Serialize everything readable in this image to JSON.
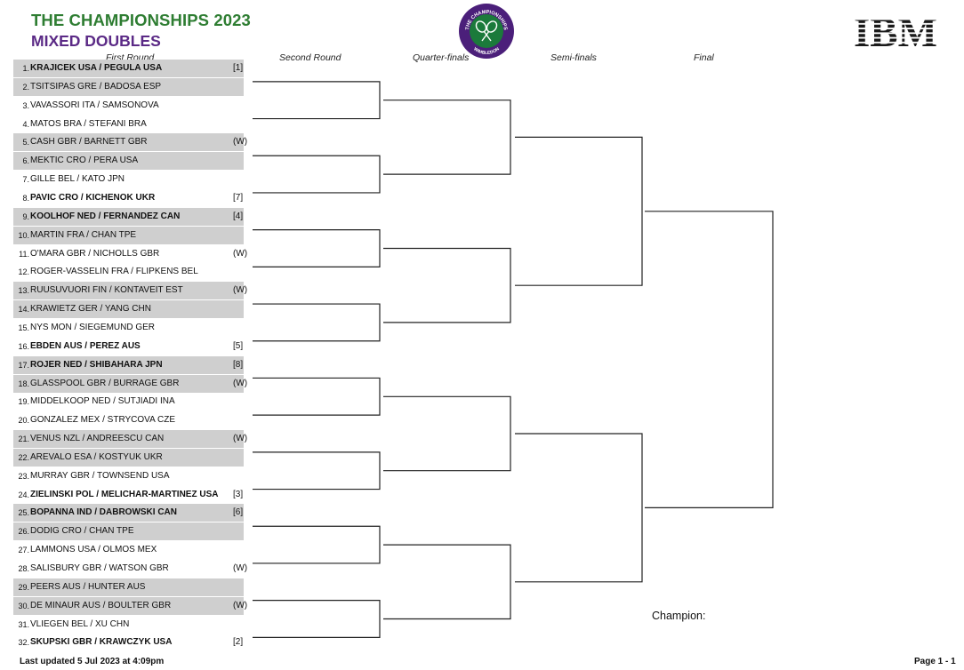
{
  "header": {
    "title": "THE CHAMPIONSHIPS 2023",
    "subtitle": "MIXED DOUBLES",
    "logo_text_top": "THE CHAMPIONSHIPS",
    "logo_text_bottom": "WIMBLEDON",
    "sponsor": "IBM"
  },
  "round_headers": [
    "First Round",
    "Second Round",
    "Quarter-finals",
    "Semi-finals",
    "Final"
  ],
  "draw": [
    {
      "num": "1.",
      "names": "KRAJICEK USA / PEGULA USA",
      "tag": "[1]",
      "seeded": true,
      "shaded": true
    },
    {
      "num": "2.",
      "names": "TSITSIPAS GRE / BADOSA ESP",
      "tag": "",
      "seeded": false,
      "shaded": true
    },
    {
      "num": "3.",
      "names": "VAVASSORI ITA / SAMSONOVA",
      "tag": "",
      "seeded": false,
      "shaded": false
    },
    {
      "num": "4.",
      "names": "MATOS BRA / STEFANI BRA",
      "tag": "",
      "seeded": false,
      "shaded": false
    },
    {
      "num": "5.",
      "names": "CASH GBR / BARNETT GBR",
      "tag": "(W)",
      "seeded": false,
      "shaded": true
    },
    {
      "num": "6.",
      "names": "MEKTIC CRO / PERA USA",
      "tag": "",
      "seeded": false,
      "shaded": true
    },
    {
      "num": "7.",
      "names": "GILLE BEL / KATO JPN",
      "tag": "",
      "seeded": false,
      "shaded": false
    },
    {
      "num": "8.",
      "names": "PAVIC CRO / KICHENOK UKR",
      "tag": "[7]",
      "seeded": true,
      "shaded": false
    },
    {
      "num": "9.",
      "names": "KOOLHOF NED / FERNANDEZ CAN",
      "tag": "[4]",
      "seeded": true,
      "shaded": true
    },
    {
      "num": "10.",
      "names": "MARTIN FRA / CHAN TPE",
      "tag": "",
      "seeded": false,
      "shaded": true
    },
    {
      "num": "11.",
      "names": "O'MARA GBR / NICHOLLS GBR",
      "tag": "(W)",
      "seeded": false,
      "shaded": false
    },
    {
      "num": "12.",
      "names": "ROGER-VASSELIN FRA / FLIPKENS BEL",
      "tag": "",
      "seeded": false,
      "shaded": false
    },
    {
      "num": "13.",
      "names": "RUUSUVUORI FIN / KONTAVEIT EST",
      "tag": "(W)",
      "seeded": false,
      "shaded": true
    },
    {
      "num": "14.",
      "names": "KRAWIETZ GER / YANG CHN",
      "tag": "",
      "seeded": false,
      "shaded": true
    },
    {
      "num": "15.",
      "names": "NYS MON / SIEGEMUND GER",
      "tag": "",
      "seeded": false,
      "shaded": false
    },
    {
      "num": "16.",
      "names": "EBDEN AUS / PEREZ AUS",
      "tag": "[5]",
      "seeded": true,
      "shaded": false
    },
    {
      "num": "17.",
      "names": "ROJER NED / SHIBAHARA JPN",
      "tag": "[8]",
      "seeded": true,
      "shaded": true
    },
    {
      "num": "18.",
      "names": "GLASSPOOL GBR / BURRAGE GBR",
      "tag": "(W)",
      "seeded": false,
      "shaded": true
    },
    {
      "num": "19.",
      "names": "MIDDELKOOP NED / SUTJIADI INA",
      "tag": "",
      "seeded": false,
      "shaded": false
    },
    {
      "num": "20.",
      "names": "GONZALEZ MEX / STRYCOVA CZE",
      "tag": "",
      "seeded": false,
      "shaded": false
    },
    {
      "num": "21.",
      "names": "VENUS NZL / ANDREESCU CAN",
      "tag": "(W)",
      "seeded": false,
      "shaded": true
    },
    {
      "num": "22.",
      "names": "AREVALO ESA / KOSTYUK UKR",
      "tag": "",
      "seeded": false,
      "shaded": true
    },
    {
      "num": "23.",
      "names": "MURRAY GBR / TOWNSEND USA",
      "tag": "",
      "seeded": false,
      "shaded": false
    },
    {
      "num": "24.",
      "names": "ZIELINSKI POL / MELICHAR-MARTINEZ USA",
      "tag": "[3]",
      "seeded": true,
      "shaded": false
    },
    {
      "num": "25.",
      "names": "BOPANNA IND / DABROWSKI CAN",
      "tag": "[6]",
      "seeded": true,
      "shaded": true
    },
    {
      "num": "26.",
      "names": "DODIG CRO / CHAN TPE",
      "tag": "",
      "seeded": false,
      "shaded": true
    },
    {
      "num": "27.",
      "names": "LAMMONS USA / OLMOS MEX",
      "tag": "",
      "seeded": false,
      "shaded": false
    },
    {
      "num": "28.",
      "names": "SALISBURY GBR / WATSON GBR",
      "tag": "(W)",
      "seeded": false,
      "shaded": false
    },
    {
      "num": "29.",
      "names": "PEERS AUS / HUNTER AUS",
      "tag": "",
      "seeded": false,
      "shaded": true
    },
    {
      "num": "30.",
      "names": "DE MINAUR AUS / BOULTER GBR",
      "tag": "(W)",
      "seeded": false,
      "shaded": true
    },
    {
      "num": "31.",
      "names": "VLIEGEN BEL / XU CHN",
      "tag": "",
      "seeded": false,
      "shaded": false
    },
    {
      "num": "32.",
      "names": "SKUPSKI GBR / KRAWCZYK USA",
      "tag": "[2]",
      "seeded": true,
      "shaded": false
    }
  ],
  "champion_label": "Champion:",
  "footer": {
    "updated": "Last updated 5 Jul 2023 at 4:09pm",
    "page": "Page 1 - 1"
  },
  "colors": {
    "title": "#2e7d32",
    "subtitle": "#5b2a86",
    "shade": "#cfcfcf",
    "logo_purple": "#4b1f7a",
    "logo_green": "#1b7a3b"
  }
}
